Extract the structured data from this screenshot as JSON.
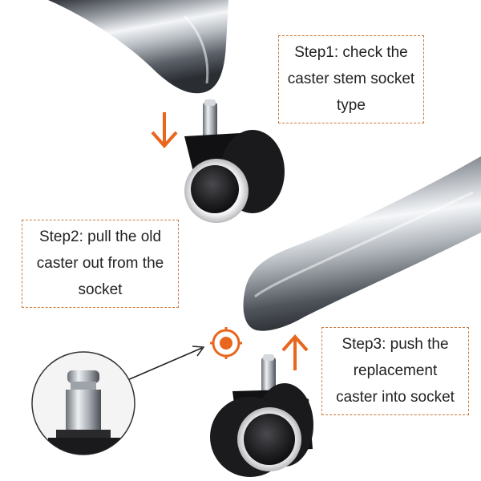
{
  "steps": {
    "step1": {
      "lines": [
        "Step1: check the",
        "caster stem socket",
        "type"
      ]
    },
    "step2": {
      "lines": [
        "Step2:  pull the old",
        "caster out from the",
        "socket"
      ]
    },
    "step3": {
      "lines": [
        "Step3: push the",
        "replacement",
        "caster into socket"
      ]
    }
  },
  "colors": {
    "arrow": "#e8661e",
    "box_border": "#c97a3c",
    "chrome_dark": "#3d4046",
    "chrome_light": "#f2f4f6",
    "wheel_black": "#1c1c1e",
    "wheel_rim": "#e4e4e6"
  },
  "icons": {
    "down_arrow": "arrow-down-icon",
    "up_arrow": "arrow-up-icon",
    "target": "target-icon"
  }
}
